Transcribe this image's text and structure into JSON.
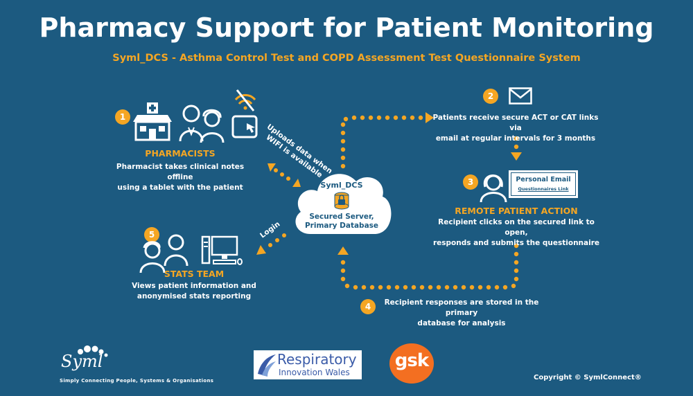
{
  "header": {
    "title": "Pharmacy Support for Patient Monitoring",
    "subtitle": "Syml_DCS - Asthma Control Test and COPD Assessment Test Questionnaire System"
  },
  "steps": [
    {
      "number": "1",
      "heading": "PHARMACISTS",
      "line1": "Pharmacist takes clinical notes offline",
      "line2": "using a tablet with the patient"
    },
    {
      "number": "2",
      "heading": "",
      "line1": "Patients receive secure ACT or CAT links via",
      "line2": "email at regular intervals for 3 months"
    },
    {
      "number": "3",
      "heading": "REMOTE PATIENT ACTION",
      "line1": "Recipient clicks on the secured link to open,",
      "line2": "responds and submits the questionnaire"
    },
    {
      "number": "4",
      "heading": "",
      "line1": "Recipient responses are stored in the primary",
      "line2": "database for analysis"
    },
    {
      "number": "5",
      "heading": "STATS TEAM",
      "line1": "Views patient information and",
      "line2": "anonymised stats reporting"
    }
  ],
  "connectors": {
    "upload_line1": "Uploads data when",
    "upload_line2": "WIFI is available",
    "login": "Login"
  },
  "server": {
    "name": "Syml_DCS",
    "line1": "Secured Server,",
    "line2": "Primary Database"
  },
  "email_card": {
    "title": "Personal Email",
    "link": "Questionnaires Link"
  },
  "footer": {
    "syml_logo": "Syml",
    "syml_tagline": "Simply Connecting People, Systems & Organisations",
    "riw_line1": "Respiratory",
    "riw_line2": "Innovation Wales",
    "gsk": "gsk",
    "copyright": "Copyright © SymlConnect®"
  },
  "colors": {
    "background": "#1c5a80",
    "accent": "#f5a623",
    "text": "#ffffff",
    "gsk": "#f36f21",
    "riw": "#3a5ba8"
  }
}
